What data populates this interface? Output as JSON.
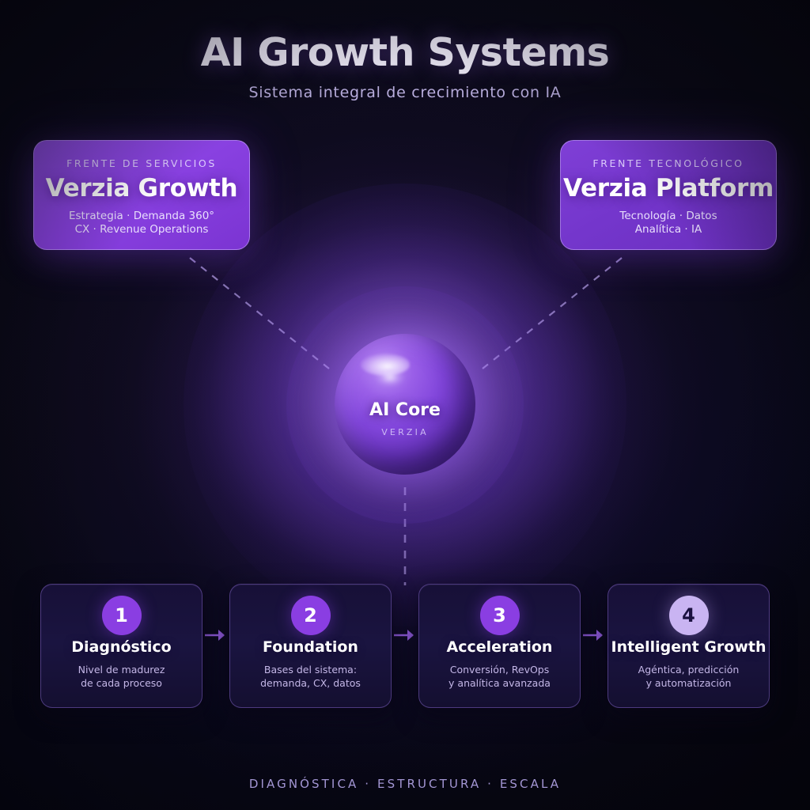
{
  "header": {
    "title": "AI Growth Systems",
    "subtitle": "Sistema integral de crecimiento con IA"
  },
  "pillars": [
    {
      "kicker": "FRENTE DE SERVICIOS",
      "name": "Verzia Growth",
      "desc_line1": "Estrategia · Demanda 360°",
      "desc_line2": "CX · Revenue Operations"
    },
    {
      "kicker": "FRENTE TECNOLÓGICO",
      "name": "Verzia Platform",
      "desc_line1": "Tecnología · Datos",
      "desc_line2": "Analítica · IA"
    }
  ],
  "core": {
    "label": "AI Core",
    "sublabel": "VERZIA"
  },
  "steps": [
    {
      "number": "1",
      "title": "Diagnóstico",
      "desc_line1": "Nivel de madurez",
      "desc_line2": "de cada proceso"
    },
    {
      "number": "2",
      "title": "Foundation",
      "desc_line1": "Bases del sistema:",
      "desc_line2": "demanda, CX, datos"
    },
    {
      "number": "3",
      "title": "Acceleration",
      "desc_line1": "Conversión, RevOps",
      "desc_line2": "y analítica avanzada"
    },
    {
      "number": "4",
      "title": "Intelligent Growth",
      "desc_line1": "Agéntica, predicción",
      "desc_line2": "y automatización"
    }
  ],
  "footer": {
    "tagline": "DIAGNÓSTICA · ESTRUCTURA · ESCALA"
  },
  "colors": {
    "background": "#0a0915",
    "pillar_left": "#8a42e2",
    "pillar_right": "#7436cc",
    "core_sphere": "#8246dc",
    "badge": "#8a3ee2",
    "badge_accent": "#c9b4f2",
    "connector": "#b9a6e8",
    "arrow": "#9b62ea",
    "title_text": "#f2eefc",
    "subtitle_text": "#b9aede",
    "footer_text": "#a396d4"
  }
}
